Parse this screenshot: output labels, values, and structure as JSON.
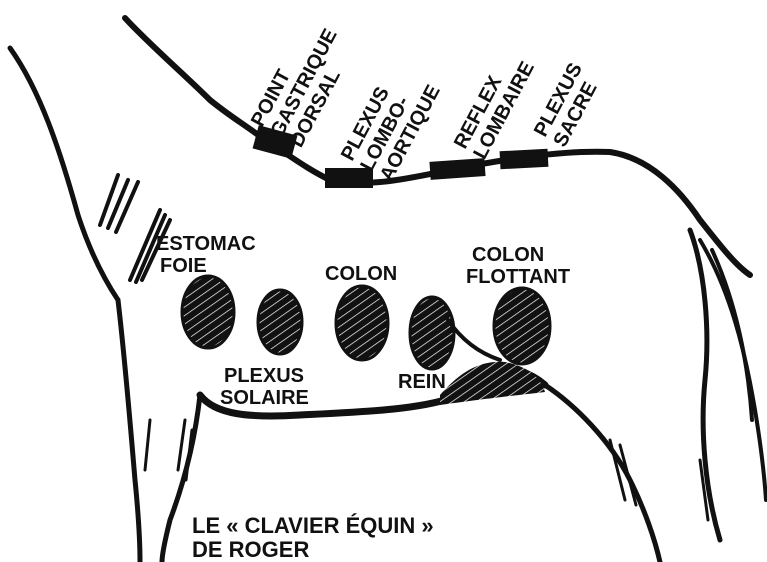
{
  "colors": {
    "ink": "#111111",
    "paper": "#ffffff"
  },
  "back_labels": [
    {
      "id": "point-gastrique-dorsal",
      "lines": [
        "POINT",
        "GASTRIQUE",
        "DORSAL"
      ]
    },
    {
      "id": "plexus-lombo-aortique",
      "lines": [
        "PLEXUS",
        "LOMBO-",
        "AORTIQUE"
      ]
    },
    {
      "id": "reflex-lombaire",
      "lines": [
        "REFLEX",
        "LOMBAIRE"
      ]
    },
    {
      "id": "plexus-sacre",
      "lines": [
        "PLEXUS",
        "SACRE"
      ]
    }
  ],
  "body_labels": {
    "estomac": "ESTOMAC",
    "foie": "FOIE",
    "colon": "COLON",
    "colon_flottant_1": "COLON",
    "colon_flottant_2": "FLOTTANT",
    "plexus_solaire_1": "PLEXUS",
    "plexus_solaire_2": "SOLAIRE",
    "rein": "REIN"
  },
  "caption": {
    "line1": "LE « CLAVIER ÉQUIN »",
    "line2": "DE ROGER"
  }
}
